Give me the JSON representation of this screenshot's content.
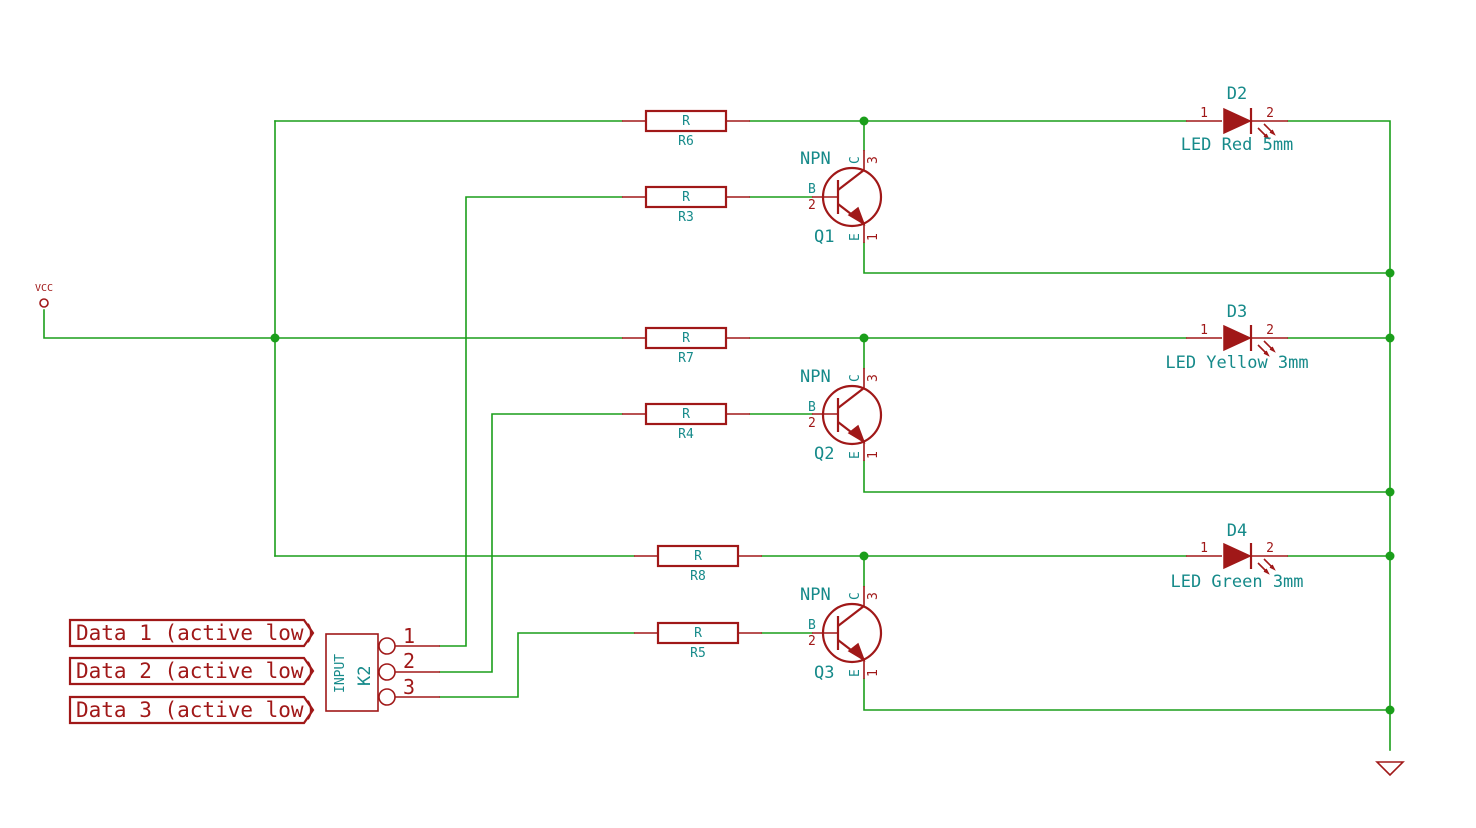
{
  "power": {
    "vcc_label": "VCC"
  },
  "resistors": [
    {
      "ref": "R6",
      "value": "R"
    },
    {
      "ref": "R3",
      "value": "R"
    },
    {
      "ref": "R7",
      "value": "R"
    },
    {
      "ref": "R4",
      "value": "R"
    },
    {
      "ref": "R8",
      "value": "R"
    },
    {
      "ref": "R5",
      "value": "R"
    }
  ],
  "transistors": [
    {
      "ref": "Q1",
      "value": "NPN",
      "pin_b": "B",
      "pin_c": "C",
      "pin_e": "E",
      "num_b": "2",
      "num_c": "3",
      "num_e": "1"
    },
    {
      "ref": "Q2",
      "value": "NPN",
      "pin_b": "B",
      "pin_c": "C",
      "pin_e": "E",
      "num_b": "2",
      "num_c": "3",
      "num_e": "1"
    },
    {
      "ref": "Q3",
      "value": "NPN",
      "pin_b": "B",
      "pin_c": "C",
      "pin_e": "E",
      "num_b": "2",
      "num_c": "3",
      "num_e": "1"
    }
  ],
  "leds": [
    {
      "ref": "D2",
      "value": "LED Red 5mm",
      "pin1": "1",
      "pin2": "2"
    },
    {
      "ref": "D3",
      "value": "LED Yellow 3mm",
      "pin1": "1",
      "pin2": "2"
    },
    {
      "ref": "D4",
      "value": "LED Green 3mm",
      "pin1": "1",
      "pin2": "2"
    }
  ],
  "connector": {
    "ref": "K2",
    "value": "INPUT",
    "pins": [
      "1",
      "2",
      "3"
    ]
  },
  "global_labels": [
    "Data 1 (active low)",
    "Data 2 (active low)",
    "Data 3 (active low)"
  ],
  "colors": {
    "wire": "#1a9e1a",
    "component": "#a01818",
    "text": "#168a8a"
  }
}
